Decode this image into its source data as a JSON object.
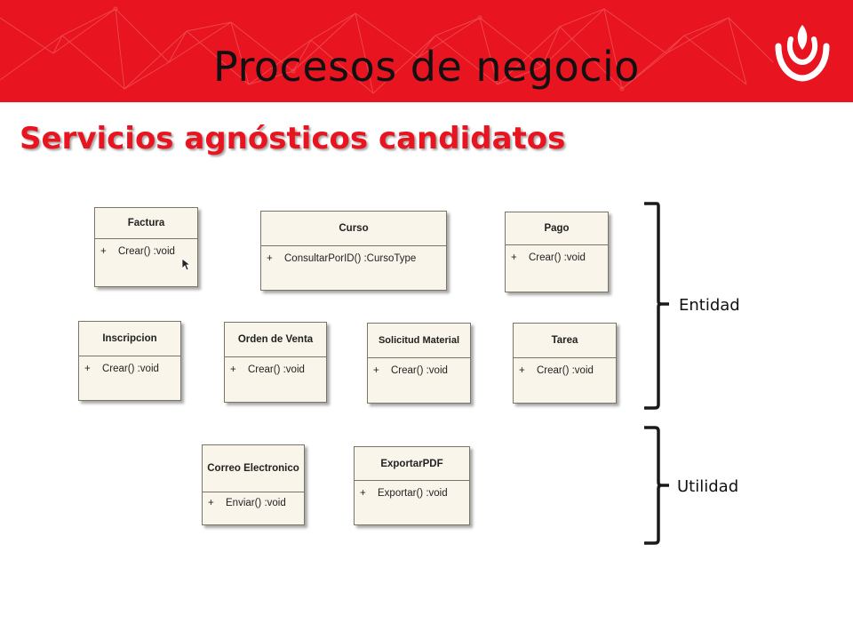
{
  "header": {
    "title": "Procesos de negocio",
    "brand_color": "#e8141f"
  },
  "subtitle": "Servicios agnósticos candidatos",
  "diagram": {
    "classes": [
      {
        "id": "factura",
        "name": "Factura",
        "operation": "Crear()  :void",
        "visibility": "+"
      },
      {
        "id": "curso",
        "name": "Curso",
        "operation": "ConsultarPorID()  :CursoType",
        "visibility": "+"
      },
      {
        "id": "pago",
        "name": "Pago",
        "operation": "Crear()  :void",
        "visibility": "+"
      },
      {
        "id": "inscripcion",
        "name": "Inscripcion",
        "operation": "Crear()  :void",
        "visibility": "+"
      },
      {
        "id": "orden",
        "name": "Orden de Venta",
        "operation": "Crear()  :void",
        "visibility": "+"
      },
      {
        "id": "solicitud",
        "name": "Solicitud Material",
        "operation": "Crear()  :void",
        "visibility": "+"
      },
      {
        "id": "tarea",
        "name": "Tarea",
        "operation": "Crear()  :void",
        "visibility": "+"
      },
      {
        "id": "correo",
        "name": "Correo Electronico",
        "operation": "Enviar()  :void",
        "visibility": "+"
      },
      {
        "id": "exportar",
        "name": "ExportarPDF",
        "operation": "Exportar()  :void",
        "visibility": "+"
      }
    ],
    "groups": {
      "entidad": "Entidad",
      "utilidad": "Utilidad"
    }
  }
}
